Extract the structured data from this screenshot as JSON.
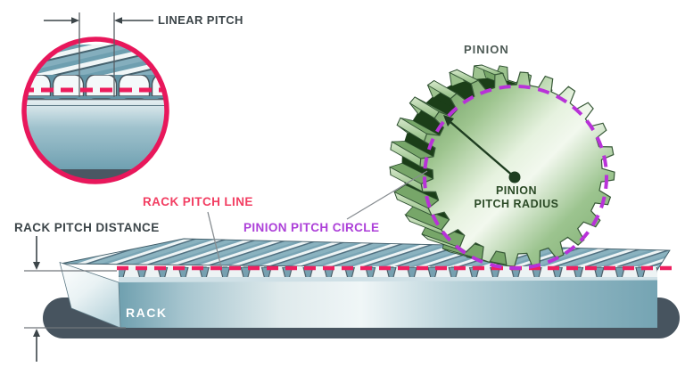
{
  "diagram": {
    "labels": {
      "linear_pitch": "LINEAR PITCH",
      "pinion": "PINION",
      "pinion_pitch_radius_line1": "PINION",
      "pinion_pitch_radius_line2": "PITCH RADIUS",
      "rack_pitch_line": "RACK PITCH LINE",
      "pinion_pitch_circle": "PINION PITCH CIRCLE",
      "rack_pitch_distance": "RACK PITCH DISTANCE",
      "rack": "RACK"
    },
    "colors": {
      "pitch_line_pink": "#EE2060",
      "inset_ring_pink": "#E8175B",
      "pitch_circle_magenta": "#B832D8",
      "rack_steel_teal": "#7AA5B5",
      "rack_base_slate": "#47545F",
      "gear_green": "#86B179",
      "gear_dark_green": "#1B3E18",
      "label_dark": "#3C4549",
      "label_green": "#2B4A26",
      "label_pink": "#F23E62",
      "label_purple": "#AC3FD8"
    }
  }
}
